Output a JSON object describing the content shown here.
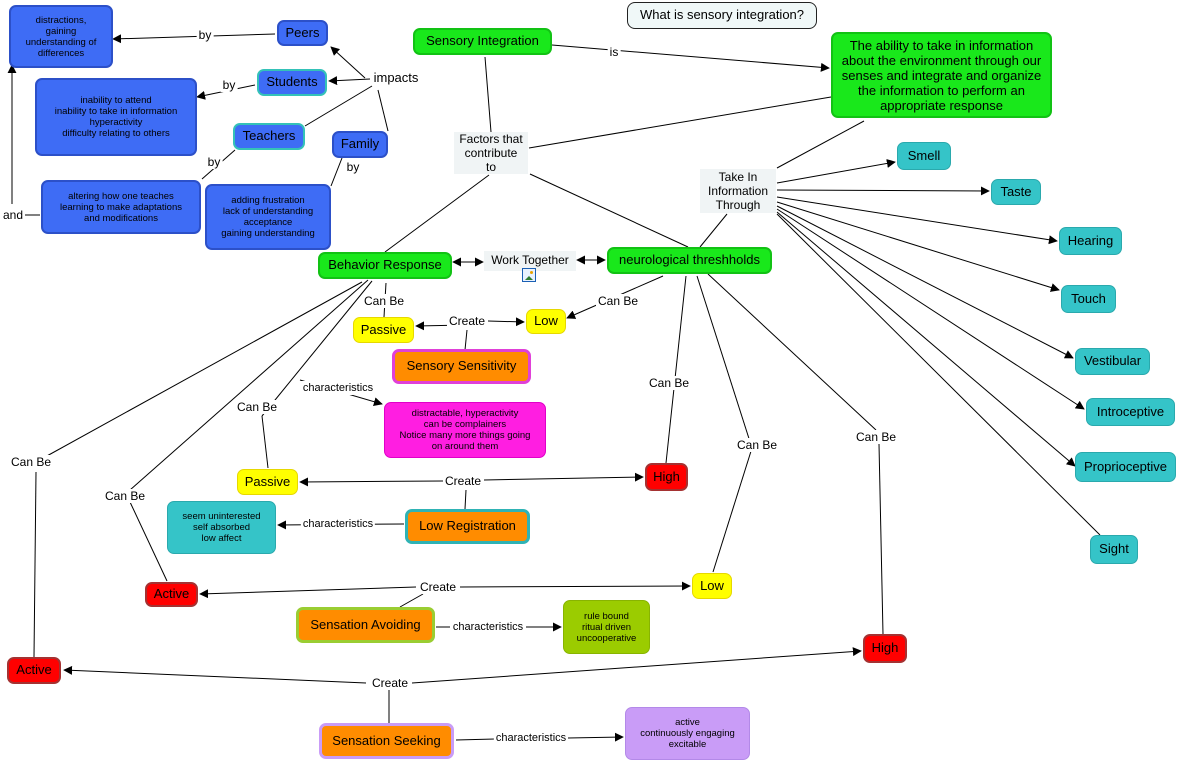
{
  "title": "What is sensory integration?",
  "nodes": {
    "sensory_integration": "Sensory Integration",
    "definition": "The ability to take in information about the environment through our senses and integrate and organize the information to perform an appropriate response",
    "factors": "Factors that\ncontribute\nto",
    "take_in": "Take In\nInformation\nThrough",
    "smell": "Smell",
    "taste": "Taste",
    "hearing": "Hearing",
    "touch": "Touch",
    "vestibular": "Vestibular",
    "introceptive": "Introceptive",
    "proprioceptive": "Proprioceptive",
    "sight": "Sight",
    "behavior_response": "Behavior Response",
    "work_together": "Work Together",
    "neuro_thresholds": "neurological threshholds",
    "peers": "Peers",
    "students": "Students",
    "teachers": "Teachers",
    "family": "Family",
    "impacts": "impacts",
    "peers_desc": "distractions,\ngaining\nunderstanding of\ndifferences",
    "students_desc": "inability to attend\ninability to take in information\nhyperactivity\ndifficulty relating to others",
    "teachers_desc": "altering how one teaches\nlearning to make adaptations\nand modifications",
    "family_desc": "adding frustration\nlack of understanding\nacceptance\ngaining understanding",
    "passive1": "Passive",
    "low1": "Low",
    "sensory_sensitivity": "Sensory Sensitivity",
    "sensitivity_desc": "distractable, hyperactivity\ncan be complainers\nNotice many more things going\non around them",
    "passive2": "Passive",
    "high1": "High",
    "low_registration": "Low Registration",
    "registration_desc": "seem uninterested\nself absorbed\nlow affect",
    "active1": "Active",
    "low2": "Low",
    "sensation_avoiding": "Sensation Avoiding",
    "avoiding_desc": "rule bound\nritual driven\nuncooperative",
    "active2": "Active",
    "high2": "High",
    "sensation_seeking": "Sensation Seeking",
    "seeking_desc": "active\ncontinuously engaging\nexcitable"
  },
  "links": {
    "is": "is",
    "by": "by",
    "and": "and",
    "can_be": "Can Be",
    "create": "Create",
    "characteristics": "characteristics"
  },
  "colors": {
    "blue": "#3e6cf5",
    "green": "#19e81b",
    "teal": "#35c4c8",
    "yellow": "#ffff00",
    "red": "#ff0000",
    "orange": "#ff8c00",
    "magenta": "#ff1ee1",
    "lime": "#9bcc00",
    "purple": "#c99cf7"
  }
}
